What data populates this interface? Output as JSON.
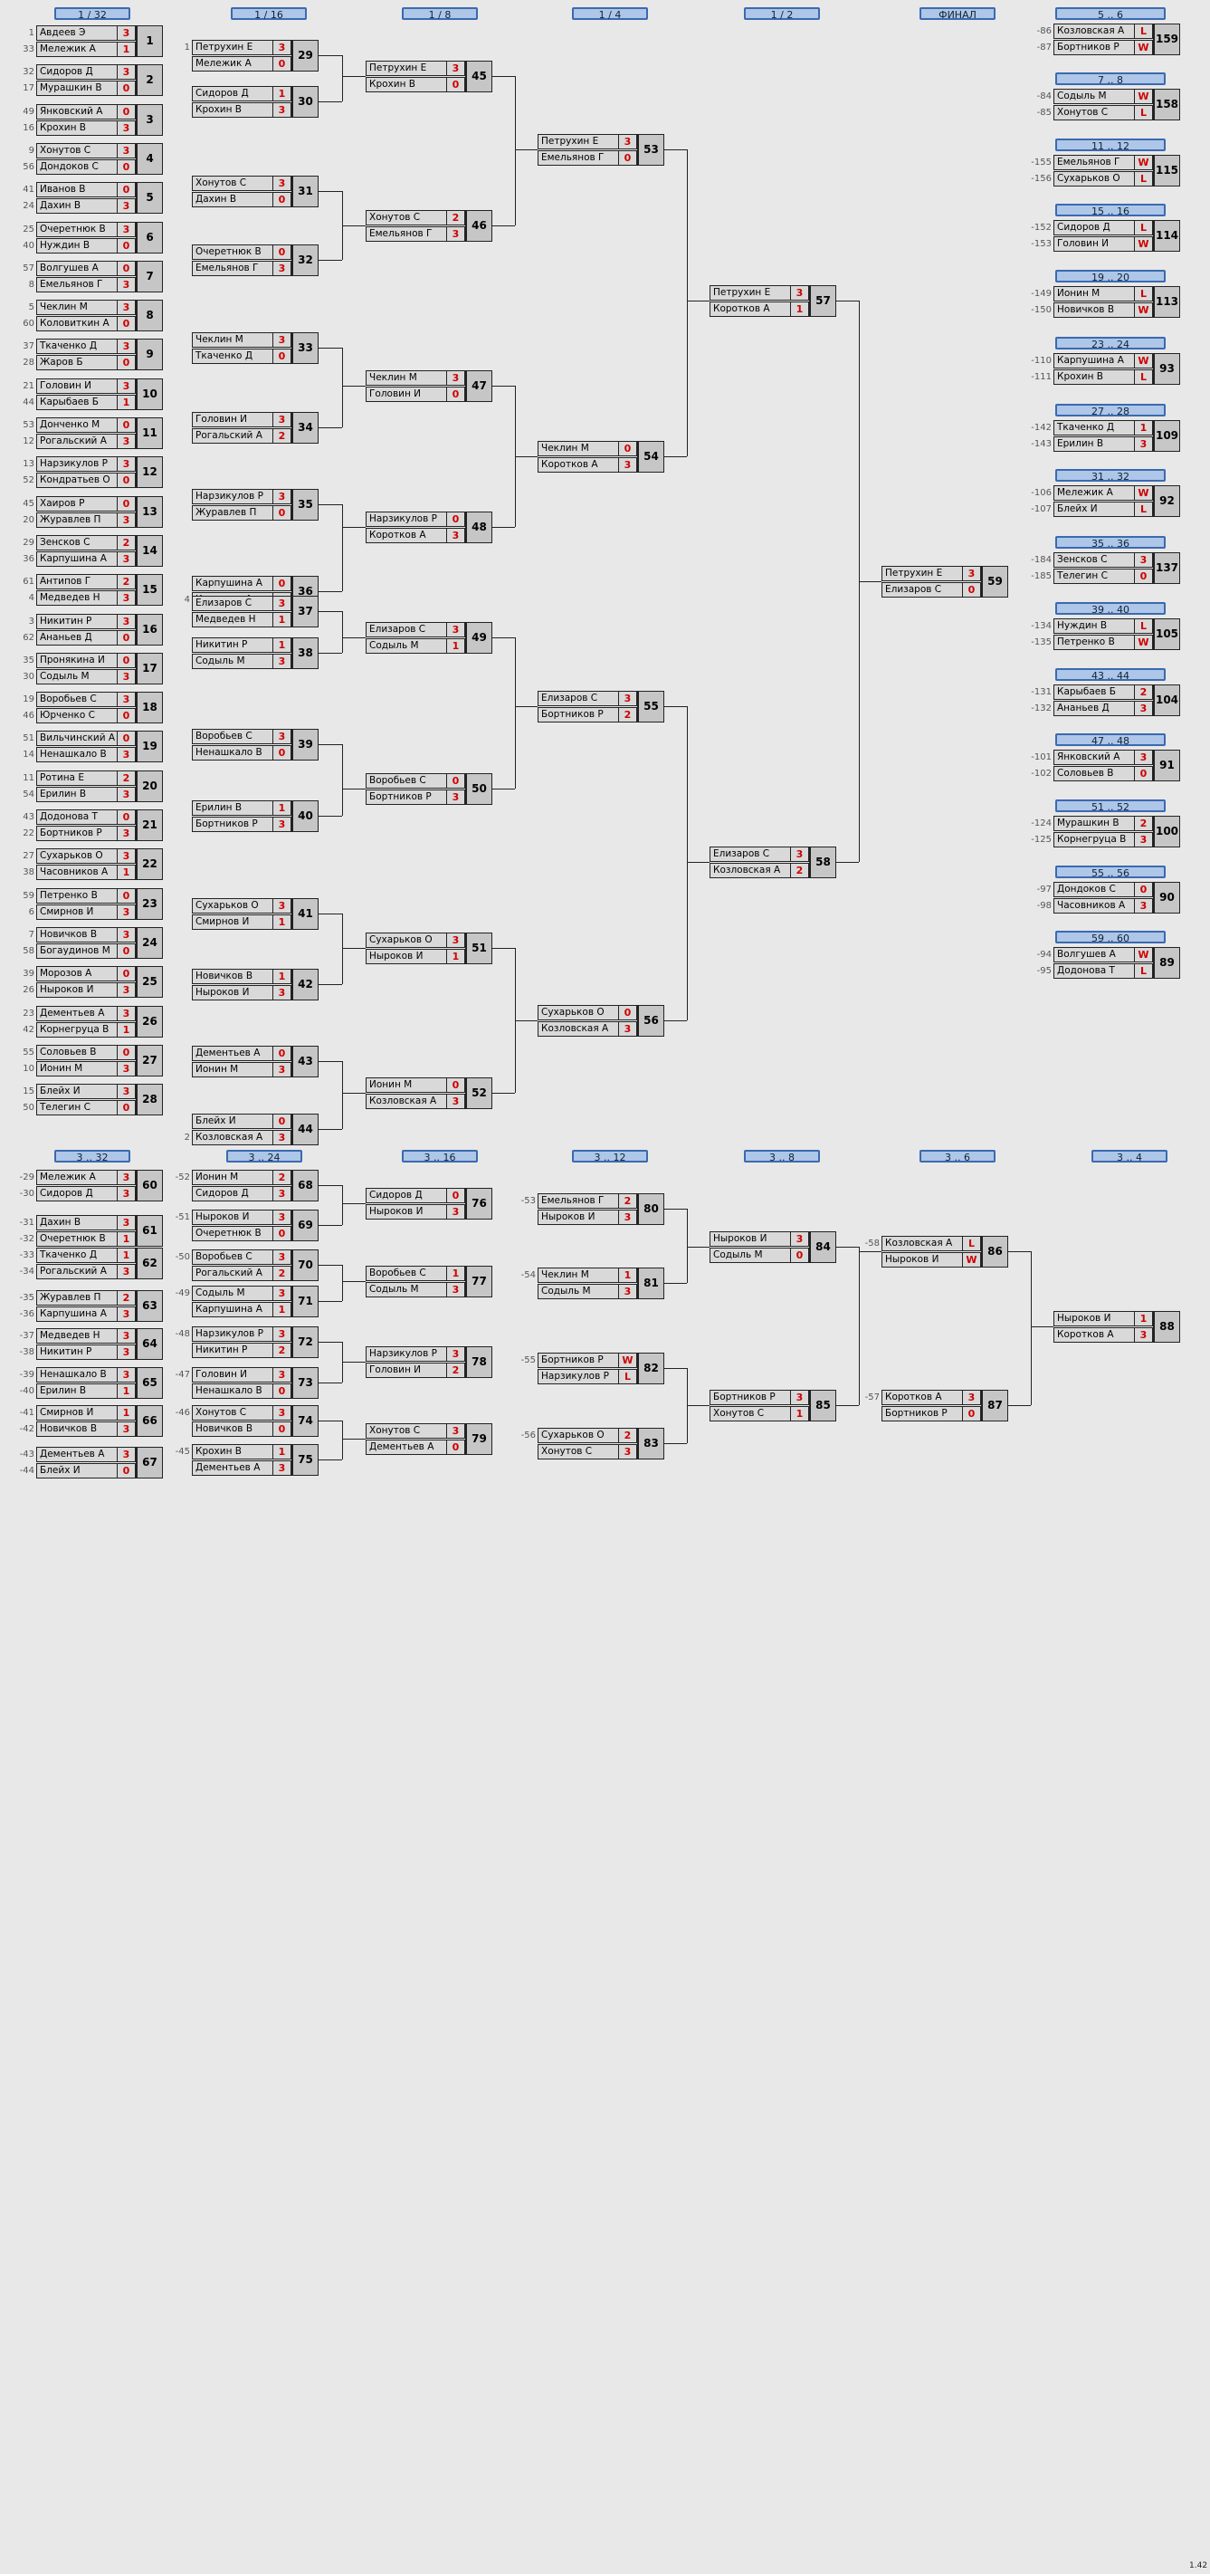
{
  "version": "1.42",
  "sections": [
    {
      "headers": [
        "1 / 32",
        "1 / 16",
        "1 / 8",
        "1 / 4",
        "1 / 2",
        "ФИНАЛ"
      ],
      "cols": [
        [
          [
            1,
            "Авдеев Э",
            "3",
            "Мележик А",
            "1",
            "1",
            "33"
          ],
          [
            2,
            "Сидоров Д",
            "3",
            "Мурашкин В",
            "0",
            "32",
            "17"
          ],
          [
            3,
            "Янковский А",
            "0",
            "Крохин В",
            "3",
            "49",
            "16"
          ],
          [
            4,
            "Хонутов С",
            "3",
            "Дондоков С",
            "0",
            "9",
            "56"
          ],
          [
            5,
            "Иванов В",
            "0",
            "Дахин В",
            "3",
            "41",
            "24"
          ],
          [
            6,
            "Очеретнюк В",
            "3",
            "Нуждин В",
            "0",
            "25",
            "40"
          ],
          [
            7,
            "Волгушев А",
            "0",
            "Емельянов Г",
            "3",
            "57",
            "8"
          ],
          [
            8,
            "Чеклин М",
            "3",
            "Коловиткин А",
            "0",
            "5",
            "60"
          ],
          [
            9,
            "Ткаченко Д",
            "3",
            "Жаров Б",
            "0",
            "37",
            "28"
          ],
          [
            10,
            "Головин И",
            "3",
            "Карыбаев Б",
            "1",
            "21",
            "44"
          ],
          [
            11,
            "Донченко М",
            "0",
            "Рогальский А",
            "3",
            "53",
            "12"
          ],
          [
            12,
            "Нарзикулов Р",
            "3",
            "Кондратьев О",
            "0",
            "13",
            "52"
          ],
          [
            13,
            "Хаиров Р",
            "0",
            "Журавлев П",
            "3",
            "45",
            "20"
          ],
          [
            14,
            "Зенсков С",
            "2",
            "Карпушина А",
            "3",
            "29",
            "36"
          ],
          [
            15,
            "Антипов Г",
            "2",
            "Медведев Н",
            "3",
            "61",
            "4"
          ],
          [
            16,
            "Никитин Р",
            "3",
            "Ананьев Д",
            "0",
            "3",
            "62"
          ],
          [
            17,
            "Пронякина И",
            "0",
            "Содыль М",
            "3",
            "35",
            "30"
          ],
          [
            18,
            "Воробьев С",
            "3",
            "Юрченко С",
            "0",
            "19",
            "46"
          ],
          [
            19,
            "Вильчинский А",
            "0",
            "Ненашкало В",
            "3",
            "51",
            "14"
          ],
          [
            20,
            "Ротина Е",
            "2",
            "Ерилин В",
            "3",
            "11",
            "54"
          ],
          [
            21,
            "Додонова Т",
            "0",
            "Бортников Р",
            "3",
            "43",
            "22"
          ],
          [
            22,
            "Сухарьков О",
            "3",
            "Часовников А",
            "1",
            "27",
            "38"
          ],
          [
            23,
            "Петренко В",
            "0",
            "Смирнов И",
            "3",
            "59",
            "6"
          ],
          [
            24,
            "Новичков В",
            "3",
            "Богаудинов М",
            "0",
            "7",
            "58"
          ],
          [
            25,
            "Морозов А",
            "0",
            "Ныроков И",
            "3",
            "39",
            "26"
          ],
          [
            26,
            "Дементьев А",
            "3",
            "Корнегруца В",
            "1",
            "23",
            "42"
          ],
          [
            27,
            "Соловьев В",
            "0",
            "Ионин М",
            "3",
            "55",
            "10"
          ],
          [
            28,
            "Блейх И",
            "3",
            "Телегин С",
            "0",
            "15",
            "50"
          ]
        ],
        [
          [
            29,
            "Петрухин Е",
            "3",
            "Мележик А",
            "0",
            "1",
            ""
          ],
          [
            30,
            "Сидоров Д",
            "1",
            "Крохин В",
            "3",
            "",
            ""
          ],
          [
            31,
            "Хонутов С",
            "3",
            "Дахин В",
            "0",
            "",
            ""
          ],
          [
            32,
            "Очеретнюк В",
            "0",
            "Емельянов Г",
            "3",
            "",
            ""
          ],
          [
            33,
            "Чеклин М",
            "3",
            "Ткаченко Д",
            "0",
            "",
            ""
          ],
          [
            34,
            "Головин И",
            "3",
            "Рогальский А",
            "2",
            "",
            ""
          ],
          [
            35,
            "Нарзикулов Р",
            "3",
            "Журавлев П",
            "0",
            "",
            ""
          ],
          [
            36,
            "Карпушина А",
            "0",
            "Коротков А",
            "3",
            "",
            "4"
          ],
          [
            37,
            "Елизаров С",
            "3",
            "Медведев Н",
            "1",
            "",
            ""
          ],
          [
            38,
            "Никитин Р",
            "1",
            "Содыль М",
            "3",
            "",
            ""
          ],
          [
            39,
            "Воробьев С",
            "3",
            "Ненашкало В",
            "0",
            "",
            ""
          ],
          [
            40,
            "Ерилин В",
            "1",
            "Бортников Р",
            "3",
            "",
            ""
          ],
          [
            41,
            "Сухарьков О",
            "3",
            "Смирнов И",
            "1",
            "",
            ""
          ],
          [
            42,
            "Новичков В",
            "1",
            "Ныроков И",
            "3",
            "",
            ""
          ],
          [
            43,
            "Дементьев А",
            "0",
            "Ионин М",
            "3",
            "",
            ""
          ],
          [
            44,
            "Блейх И",
            "0",
            "Козловская А",
            "3",
            "",
            "2"
          ]
        ],
        [
          [
            45,
            "Петрухин Е",
            "3",
            "Крохин В",
            "0",
            "",
            ""
          ],
          [
            46,
            "Хонутов С",
            "2",
            "Емельянов Г",
            "3",
            "",
            ""
          ],
          [
            47,
            "Чеклин М",
            "3",
            "Головин И",
            "0",
            "",
            ""
          ],
          [
            48,
            "Нарзикулов Р",
            "0",
            "Коротков А",
            "3",
            "",
            ""
          ],
          [
            49,
            "Елизаров С",
            "3",
            "Содыль М",
            "1",
            "",
            ""
          ],
          [
            50,
            "Воробьев С",
            "0",
            "Бортников Р",
            "3",
            "",
            ""
          ],
          [
            51,
            "Сухарьков О",
            "3",
            "Ныроков И",
            "1",
            "",
            ""
          ],
          [
            52,
            "Ионин М",
            "0",
            "Козловская А",
            "3",
            "",
            ""
          ]
        ],
        [
          [
            53,
            "Петрухин Е",
            "3",
            "Емельянов Г",
            "0",
            "",
            ""
          ],
          [
            54,
            "Чеклин М",
            "0",
            "Коротков А",
            "3",
            "",
            ""
          ],
          [
            55,
            "Елизаров С",
            "3",
            "Бортников Р",
            "2",
            "",
            ""
          ],
          [
            56,
            "Сухарьков О",
            "0",
            "Козловская А",
            "3",
            "",
            ""
          ]
        ],
        [
          [
            57,
            "Петрухин Е",
            "3",
            "Коротков А",
            "1",
            "",
            ""
          ],
          [
            58,
            "Елизаров С",
            "3",
            "Козловская А",
            "2",
            "",
            ""
          ]
        ],
        [
          [
            59,
            "Петрухин Е",
            "3",
            "Елизаров С",
            "0",
            "",
            ""
          ]
        ]
      ]
    },
    {
      "headers": [
        "3 .. 32",
        "3 .. 24",
        "3 .. 16",
        "3 .. 12",
        "3 .. 8",
        "3 .. 6",
        "3 .. 4"
      ],
      "cols": [
        [
          [
            60,
            "Мележик А",
            "3",
            "Сидоров Д",
            "3",
            "-29",
            "-30"
          ],
          [
            61,
            "Дахин В",
            "3",
            "Очеретнюк В",
            "1",
            "-31",
            "-32"
          ],
          [
            62,
            "Ткаченко Д",
            "1",
            "Рогальский А",
            "3",
            "-33",
            "-34"
          ],
          [
            63,
            "Журавлев П",
            "2",
            "Карпушина А",
            "3",
            "-35",
            "-36"
          ],
          [
            64,
            "Медведев Н",
            "3",
            "Никитин Р",
            "3",
            "-37",
            "-38"
          ],
          [
            65,
            "Ненашкало В",
            "3",
            "Ерилин В",
            "1",
            "-39",
            "-40"
          ],
          [
            66,
            "Смирнов И",
            "1",
            "Новичков В",
            "3",
            "-41",
            "-42"
          ],
          [
            67,
            "Дементьев А",
            "3",
            "Блейх И",
            "0",
            "-43",
            "-44"
          ]
        ],
        [
          [
            68,
            "Ионин М",
            "2",
            "Сидоров Д",
            "3",
            "-52",
            ""
          ],
          [
            69,
            "Ныроков И",
            "3",
            "Очеретнюк В",
            "0",
            "-51",
            ""
          ],
          [
            70,
            "Воробьев С",
            "3",
            "Рогальский А",
            "2",
            "-50",
            ""
          ],
          [
            71,
            "Содыль М",
            "3",
            "Карпушина А",
            "1",
            "-49",
            ""
          ],
          [
            72,
            "Нарзикулов Р",
            "3",
            "Никитин Р",
            "2",
            "-48",
            ""
          ],
          [
            73,
            "Головин И",
            "3",
            "Ненашкало В",
            "0",
            "-47",
            ""
          ],
          [
            74,
            "Хонутов С",
            "3",
            "Новичков В",
            "0",
            "-46",
            ""
          ],
          [
            75,
            "Крохин В",
            "1",
            "Дементьев А",
            "3",
            "-45",
            ""
          ]
        ],
        [
          [
            76,
            "Сидоров Д",
            "0",
            "Ныроков И",
            "3",
            "",
            ""
          ],
          [
            77,
            "Воробьев С",
            "1",
            "Содыль М",
            "3",
            "",
            ""
          ],
          [
            78,
            "Нарзикулов Р",
            "3",
            "Головин И",
            "2",
            "",
            ""
          ],
          [
            79,
            "Хонутов С",
            "3",
            "Дементьев А",
            "0",
            "",
            ""
          ]
        ],
        [
          [
            80,
            "Емельянов Г",
            "2",
            "Ныроков И",
            "3",
            "-53",
            ""
          ],
          [
            81,
            "Чеклин М",
            "1",
            "Содыль М",
            "3",
            "-54",
            ""
          ],
          [
            82,
            "Бортников Р",
            "W",
            "Нарзикулов Р",
            "L",
            "-55",
            ""
          ],
          [
            83,
            "Сухарьков О",
            "2",
            "Хонутов С",
            "3",
            "-56",
            ""
          ]
        ],
        [
          [
            84,
            "Ныроков И",
            "3",
            "Содыль М",
            "0",
            "",
            ""
          ],
          [
            85,
            "Бортников Р",
            "3",
            "Хонутов С",
            "1",
            "",
            ""
          ]
        ],
        [
          [
            86,
            "Козловская А",
            "L",
            "Ныроков И",
            "W",
            "-58",
            ""
          ],
          [
            87,
            "Коротков А",
            "3",
            "Бортников Р",
            "0",
            "-57",
            ""
          ]
        ],
        [
          [
            88,
            "Ныроков И",
            "1",
            "Коротков А",
            "3",
            "",
            ""
          ]
        ]
      ]
    }
  ],
  "small_blocks": [
    {
      "header": "5 .. 6",
      "m": [
        [
          159,
          "Козловская А",
          "L",
          "Бортников Р",
          "W",
          "-86",
          "-87"
        ]
      ]
    },
    {
      "header": "7 .. 8",
      "m": [
        [
          158,
          "Содыль М",
          "W",
          "Хонутов С",
          "L",
          "-84",
          "-85"
        ]
      ]
    },
    {
      "header": "11 .. 12",
      "m": [
        [
          115,
          "Емельянов Г",
          "W",
          "Сухарьков О",
          "L",
          "-155",
          "-156"
        ]
      ]
    },
    {
      "header": "15 .. 16",
      "m": [
        [
          114,
          "Сидоров Д",
          "L",
          "Головин И",
          "W",
          "-152",
          "-153"
        ]
      ]
    },
    {
      "header": "19 .. 20",
      "m": [
        [
          113,
          "Ионин М",
          "L",
          "Новичков В",
          "W",
          "-149",
          "-150"
        ]
      ]
    },
    {
      "header": "23 .. 24",
      "m": [
        [
          93,
          "Карпушина А",
          "W",
          "Крохин В",
          "L",
          "-110",
          "-111"
        ]
      ]
    },
    {
      "header": "27 .. 28",
      "m": [
        [
          109,
          "Ткаченко Д",
          "1",
          "Ерилин В",
          "3",
          "-142",
          "-143"
        ]
      ]
    },
    {
      "header": "31 .. 32",
      "m": [
        [
          92,
          "Мележик А",
          "W",
          "Блейх И",
          "L",
          "-106",
          "-107"
        ]
      ]
    },
    {
      "header": "35 .. 36",
      "m": [
        [
          137,
          "Зенсков С",
          "3",
          "Телегин С",
          "0",
          "-184",
          "-185"
        ]
      ]
    },
    {
      "header": "39 .. 40",
      "m": [
        [
          105,
          "Нуждин В",
          "L",
          "Петренко В",
          "W",
          "-134",
          "-135"
        ]
      ]
    },
    {
      "header": "43 .. 44",
      "m": [
        [
          104,
          "Карыбаев Б",
          "2",
          "Ананьев Д",
          "3",
          "-131",
          "-132"
        ]
      ]
    },
    {
      "header": "47 .. 48",
      "m": [
        [
          91,
          "Янковский А",
          "3",
          "Соловьев В",
          "0",
          "-101",
          "-102"
        ]
      ]
    },
    {
      "header": "51 .. 52",
      "m": [
        [
          100,
          "Мурашкин В",
          "2",
          "Корнегруца В",
          "3",
          "-124",
          "-125"
        ]
      ]
    },
    {
      "header": "55 .. 56",
      "m": [
        [
          90,
          "Дондоков С",
          "0",
          "Часовников А",
          "3",
          "-97",
          "-98"
        ]
      ]
    },
    {
      "header": "59 .. 60",
      "m": [
        [
          89,
          "Волгушев А",
          "W",
          "Додонова Т",
          "L",
          "-94",
          "-95"
        ]
      ]
    }
  ]
}
